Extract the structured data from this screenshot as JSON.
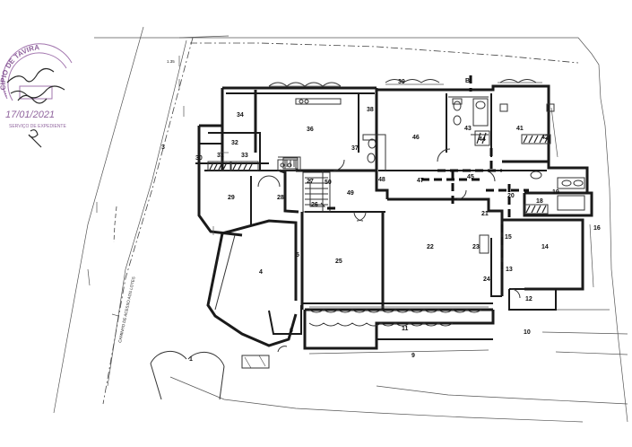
{
  "stamp": {
    "arc_text": "…CÍPIO DE TAVIRA",
    "date": "17/01/2021",
    "footer": "SERVIÇO DE EXPEDIENTE"
  },
  "road_label": "CAMINHO DE ACESSO AOS LOTES",
  "axis_label": "B",
  "top_left_number": "1.35",
  "room_numbers": [
    "1",
    "3",
    "4",
    "5",
    "6",
    "9",
    "10",
    "11",
    "12",
    "13",
    "14",
    "15",
    "16",
    "18",
    "19",
    "20",
    "21",
    "22",
    "23",
    "24",
    "25",
    "26",
    "27",
    "28",
    "29",
    "30",
    "31",
    "32",
    "33",
    "34",
    "36",
    "37",
    "38",
    "39",
    "41",
    "42",
    "43",
    "44",
    "45",
    "46",
    "47",
    "48",
    "49",
    "50"
  ]
}
